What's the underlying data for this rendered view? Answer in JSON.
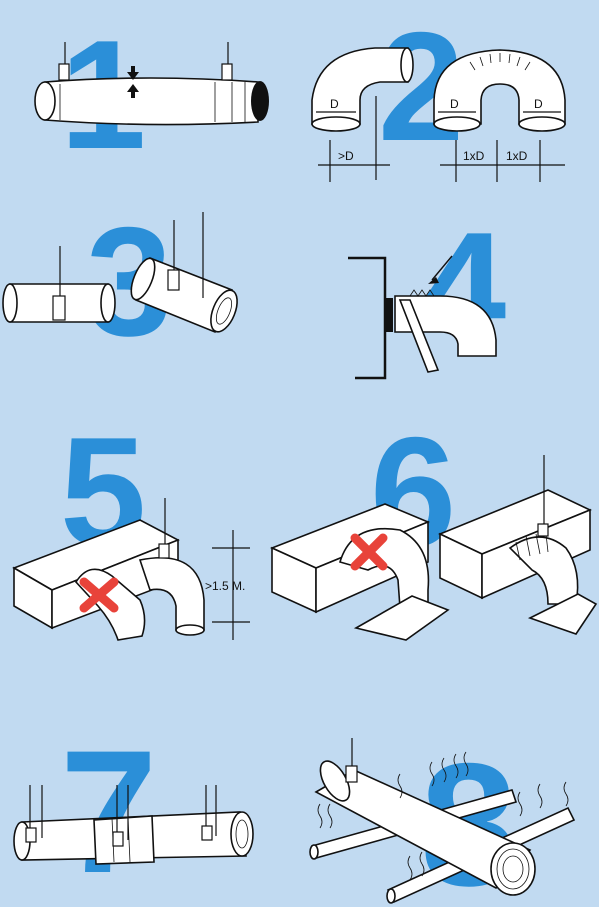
{
  "steps": [
    {
      "number": "1",
      "labels": [
        "",
        ""
      ]
    },
    {
      "number": "2",
      "labels": [
        "D",
        "D",
        "D",
        ">D",
        "1xD",
        "1xD"
      ]
    },
    {
      "number": "3"
    },
    {
      "number": "4"
    },
    {
      "number": "5",
      "labels": [
        ">1.5 M."
      ]
    },
    {
      "number": "6"
    },
    {
      "number": "7"
    },
    {
      "number": "8"
    }
  ],
  "colors": {
    "background": "#c1daf1",
    "numeral": "#2b8fd8",
    "cross": "#e8433a",
    "duct": "#ffffff",
    "outline": "#111111"
  }
}
